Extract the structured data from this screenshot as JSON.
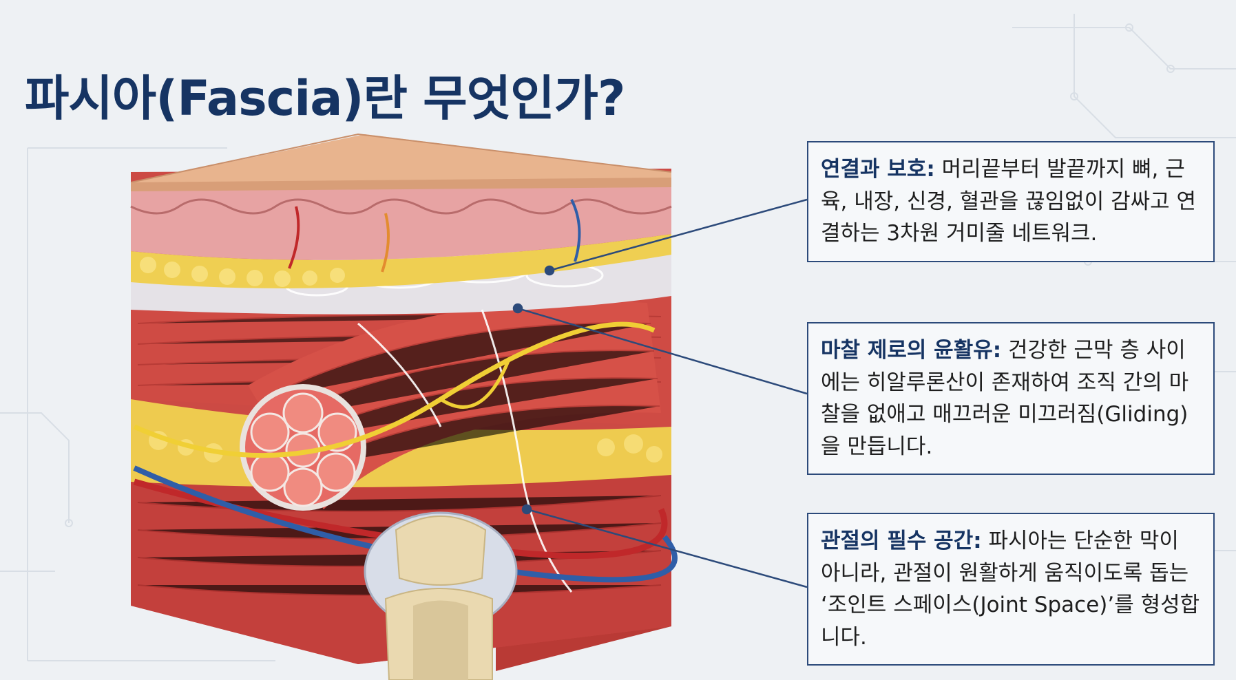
{
  "title": "파시아(Fascia)란 무엇인가?",
  "callouts": [
    {
      "heading": "연결과 보호:",
      "body": " 머리끝부터 발끝까지 뼈, 근육, 내장, 신경, 혈관을 끊임없이 감싸고 연결하는 3차원 거미줄 네트워크."
    },
    {
      "heading": "마찰 제로의 윤활유:",
      "body": " 건강한 근막 층 사이에는 히알루론산이 존재하여 조직 간의 마찰을 없애고 매끄러운 미끄러짐(Gliding)을 만듭니다."
    },
    {
      "heading": "관절의 필수 공간:",
      "body": " 파시아는 단순한 막이 아니라, 관절이 원활하게 움직이도록 돕는 ‘조인트 스페이스(Joint Space)’를 형성합니다."
    }
  ],
  "colors": {
    "title": "#163463",
    "callout_border": "#2c4a7a",
    "skin": "#e8b48e",
    "dermis": "#e5a5a5",
    "fat": "#f0d25a",
    "fascia": "#e3e8ee",
    "muscle": "#c8403a",
    "artery": "#c0282a",
    "vein": "#2f5ea8",
    "nerve": "#f0cf35",
    "bone": "#ead9b0"
  }
}
